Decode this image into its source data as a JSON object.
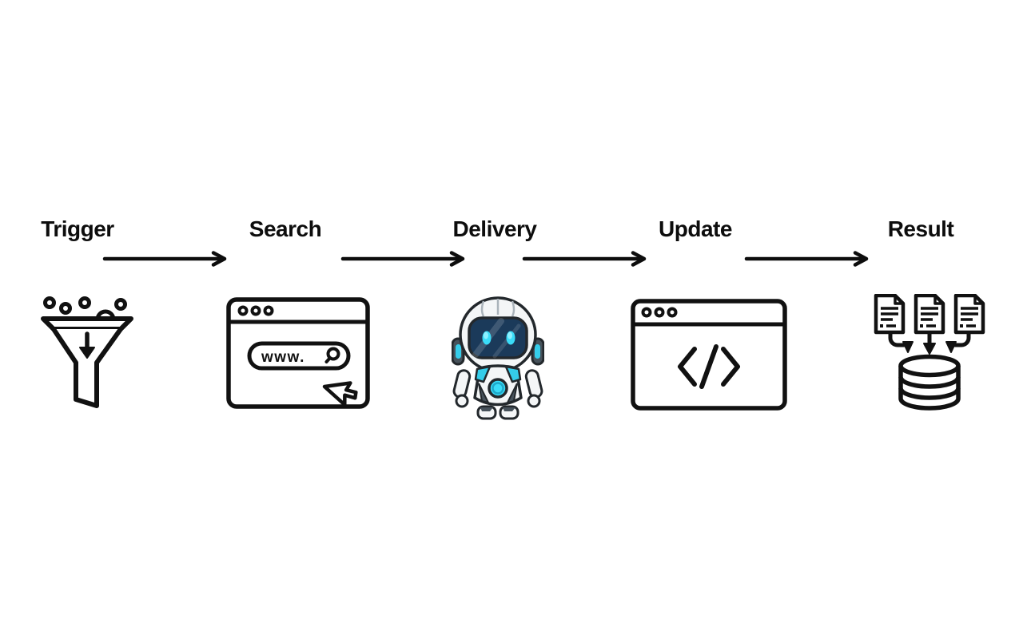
{
  "diagram": {
    "title": "workflow-pipeline",
    "background": "#ffffff"
  },
  "steps": [
    {
      "label": "Trigger",
      "icon": "funnel-icon"
    },
    {
      "label": "Search",
      "icon": "browser-search-icon"
    },
    {
      "label": "Delivery",
      "icon": "robot-mascot-icon"
    },
    {
      "label": "Update",
      "icon": "browser-code-icon"
    },
    {
      "label": "Result",
      "icon": "documents-database-icon"
    }
  ],
  "search_window": {
    "url_text": "www."
  },
  "colors": {
    "outline": "#111111",
    "text": "#0d0d0d",
    "accent_cyan": "#35cdea",
    "eye_cyan": "#3adcf8",
    "visor_navy": "#1b3a5a",
    "robot_body": "#f4f6f7",
    "robot_dark": "#47525b"
  }
}
